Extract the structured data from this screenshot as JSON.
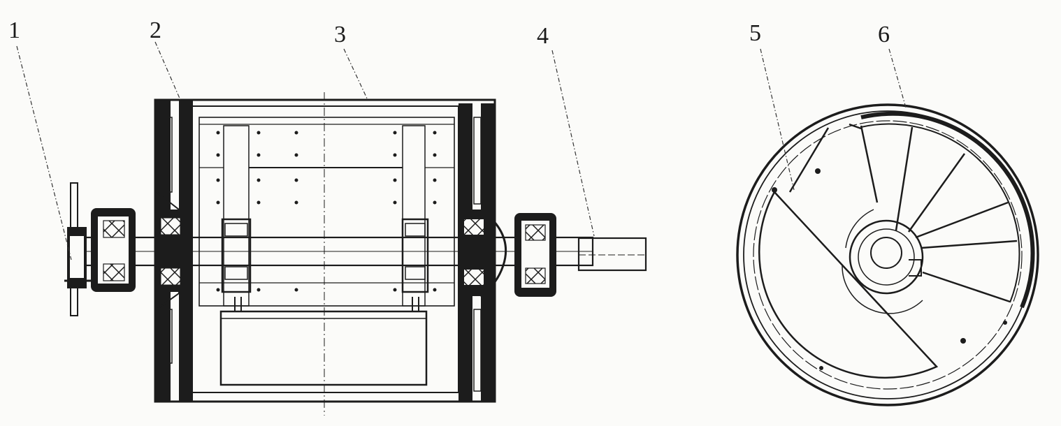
{
  "diagram": {
    "callouts": [
      {
        "id": "c1",
        "text": "1"
      },
      {
        "id": "c2",
        "text": "2"
      },
      {
        "id": "c3",
        "text": "3"
      },
      {
        "id": "c4",
        "text": "4"
      },
      {
        "id": "c5",
        "text": "5"
      },
      {
        "id": "c6",
        "text": "6"
      }
    ],
    "colors": {
      "ink": "#1c1c1c",
      "paper": "#fbfbf9",
      "hatch": "#2a2a2a"
    }
  }
}
